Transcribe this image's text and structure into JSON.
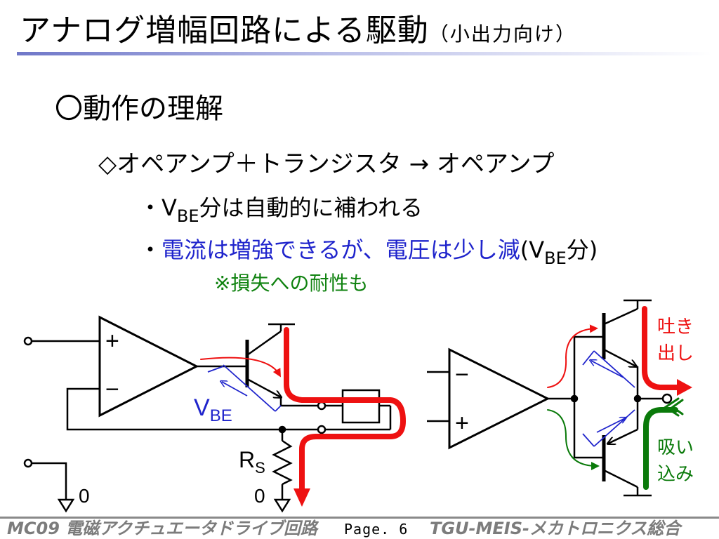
{
  "slide": {
    "title_main": "アナログ増幅回路による駆動",
    "title_sub": "（小出力向け）",
    "section": "〇動作の理解",
    "topic": "◇オペアンプ＋トランジスタ → オペアンプ",
    "bullet1": {
      "dot": "・V",
      "sub": "BE",
      "rest": "分は自動的に補われる"
    },
    "bullet2": {
      "dot": "・",
      "blue_text": "電流は増強できるが、電圧は少し減",
      "paren_open": "(V",
      "sub": "BE",
      "paren_close": "分)"
    },
    "note": "※損失への耐性も"
  },
  "diagram": {
    "plus_label": "+",
    "minus_label": "−",
    "vbe_main": "V",
    "vbe_sub": "BE",
    "rs_main": "R",
    "rs_sub": "S",
    "ground_left": "0",
    "ground_right": "0",
    "source_label_1": "吐き",
    "source_label_2": "出し",
    "sink_label_1": "吸い",
    "sink_label_2": "込み",
    "colors": {
      "current_red": "#ee1111",
      "current_green": "#0a7a0a",
      "annotation_blue": "#1f24cc"
    }
  },
  "footer": {
    "left": "MC09  電磁アクチュエータドライブ回路",
    "page": "Page. 6",
    "right": "TGU-MEIS-メカトロニクス総合"
  }
}
